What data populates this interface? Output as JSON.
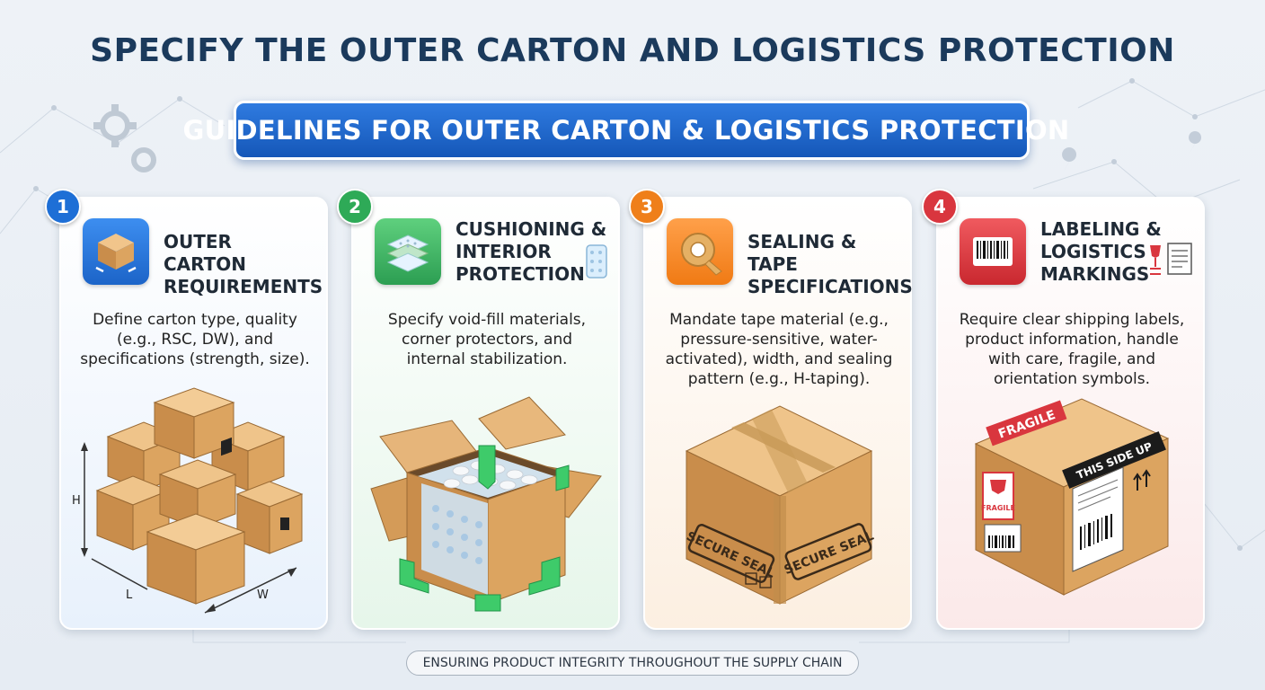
{
  "title": "SPECIFY THE OUTER CARTON AND LOGISTICS PROTECTION",
  "banner": {
    "label": "GUIDELINES FOR OUTER CARTON & LOGISTICS PROTECTION",
    "icon": "box-icon"
  },
  "colors": {
    "blue": "#1e6fd6",
    "green": "#2eaa57",
    "orange": "#ef7f1a",
    "red": "#d9363e",
    "title": "#1b3a5c"
  },
  "cards": [
    {
      "number": "1",
      "title": "OUTER CARTON\nREQUIREMENTS",
      "description": "Define carton type, quality\n(e.g., RSC, DW), and\nspecifications (strength, size).",
      "icon": "carton-icon",
      "labels": {
        "h": "H",
        "l": "L",
        "w": "W"
      }
    },
    {
      "number": "2",
      "title": "CUSHIONING &\nINTERIOR\nPROTECTION",
      "description": "Specify void-fill materials,\ncorner protectors, and\ninternal stabilization.",
      "icon": "cushion-layers-icon"
    },
    {
      "number": "3",
      "title": "SEALING & TAPE\nSPECIFICATIONS",
      "description": "Mandate tape material (e.g.,\npressure-sensitive, water-\nactivated), width, and sealing\npattern (e.g., H-taping).",
      "icon": "tape-roll-icon",
      "seal_text": "SECURE SEAL"
    },
    {
      "number": "4",
      "title": "LABELING &\nLOGISTICS\nMARKINGS",
      "description": "Require clear shipping labels,\nproduct information, handle\nwith care, fragile, and\norientation symbols.",
      "icon": "barcode-icon",
      "fragile_text": "FRAGILE",
      "side_up_text": "THIS SIDE UP",
      "small_fragile": "FRAGILE"
    }
  ],
  "footer": "ENSURING PRODUCT INTEGRITY THROUGHOUT THE SUPPLY CHAIN"
}
